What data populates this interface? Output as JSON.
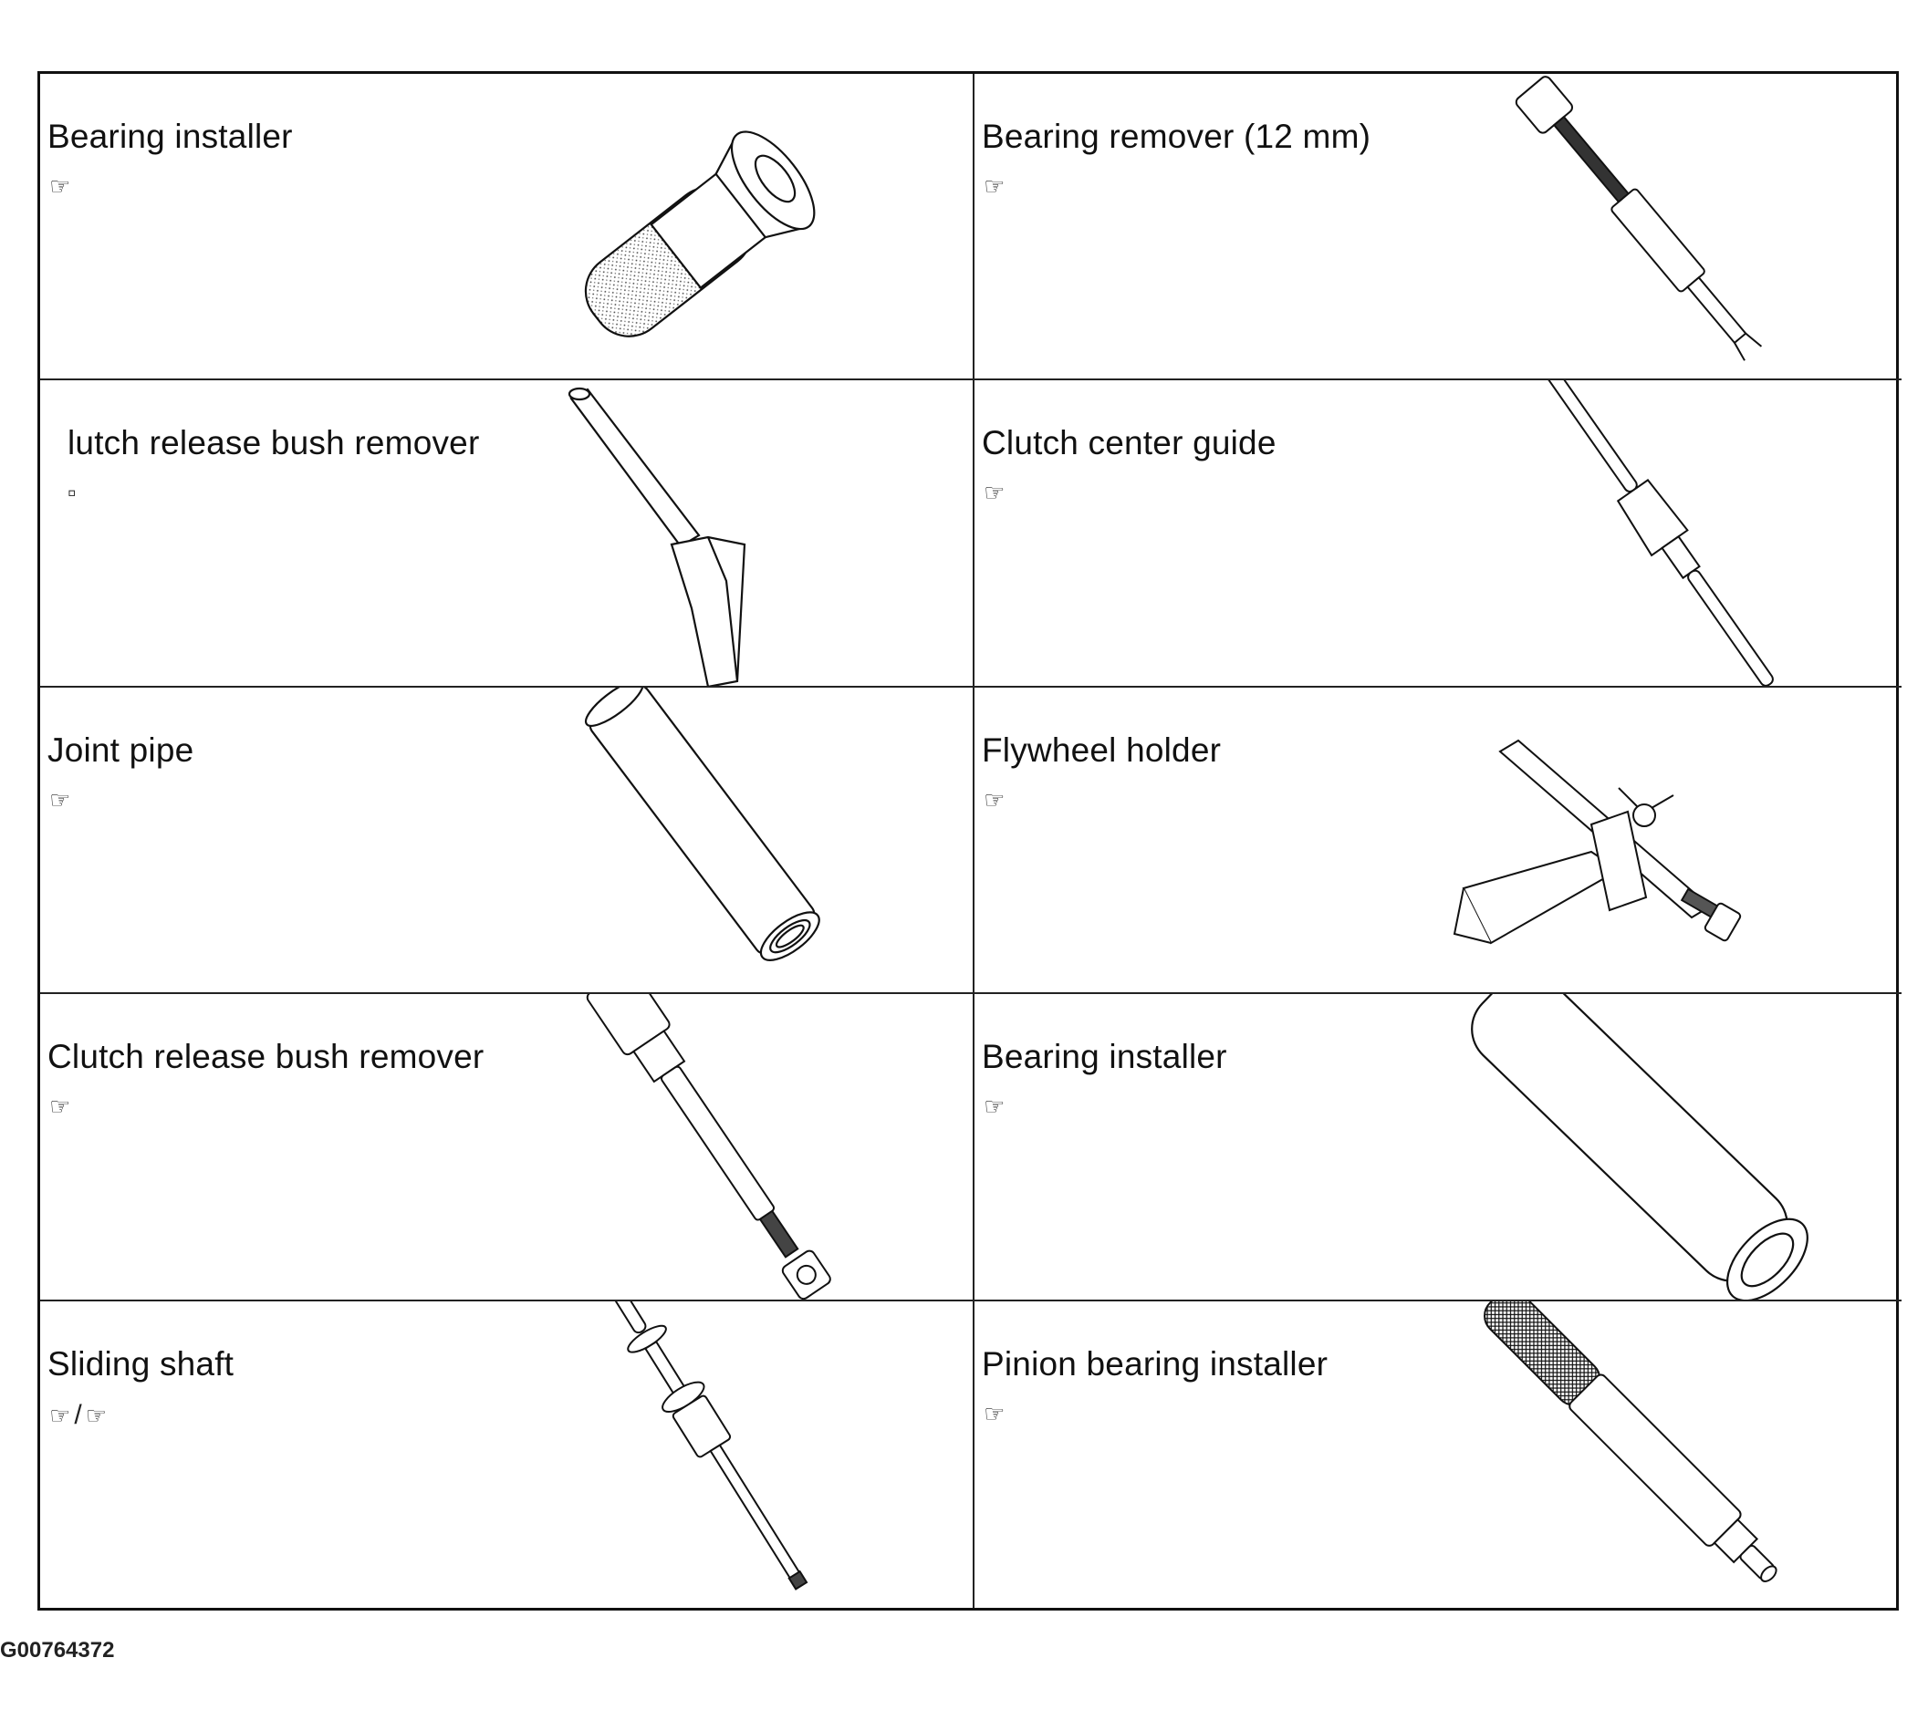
{
  "tools": [
    {
      "label": "Bearing installer",
      "icon": "pointing-hand-icon",
      "refs": [
        "☞"
      ]
    },
    {
      "label": "Bearing remover (12 mm)",
      "icon": "pointing-hand-icon",
      "refs": [
        "☞"
      ]
    },
    {
      "label": "lutch release bush remover",
      "icon": "pointing-hand-icon",
      "refs": [
        "▫"
      ]
    },
    {
      "label": "Clutch center guide",
      "icon": "pointing-hand-icon",
      "refs": [
        "☞"
      ]
    },
    {
      "label": "Joint pipe",
      "icon": "pointing-hand-icon",
      "refs": [
        "☞"
      ]
    },
    {
      "label": "Flywheel holder",
      "icon": "pointing-hand-icon",
      "refs": [
        "☞"
      ]
    },
    {
      "label": "Clutch release bush remover",
      "icon": "pointing-hand-icon",
      "refs": [
        "☞"
      ]
    },
    {
      "label": "Bearing installer",
      "icon": "pointing-hand-icon",
      "refs": [
        "☞"
      ]
    },
    {
      "label": "Sliding shaft",
      "icon": "pointing-hand-icon",
      "refs": [
        "☞",
        "☞"
      ],
      "ref_separator": "/"
    },
    {
      "label": "Pinion bearing installer",
      "icon": "pointing-hand-icon",
      "refs": [
        "☞"
      ]
    }
  ],
  "figure_id": "G00764372"
}
